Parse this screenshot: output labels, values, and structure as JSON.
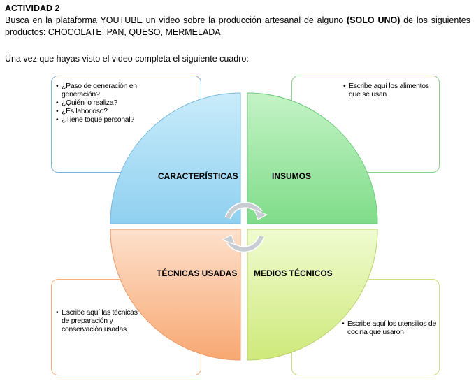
{
  "header": {
    "title": "ACTIVIDAD 2",
    "line1_a": "Busca en la plataforma YOUTUBE un video sobre la producción artesanal de alguno ",
    "line1_b": "(SOLO UNO)",
    "line1_c": " de los siguientes productos: CHOCOLATE, PAN, QUESO, MERMELADA",
    "followup": "Una vez que hayas visto el video completa el siguiente cuadro:"
  },
  "diagram": {
    "quadrants": [
      {
        "label": "CARACTERÍSTICAS",
        "color": "#9ed8f3"
      },
      {
        "label": "INSUMOS",
        "color": "#8fe39a"
      },
      {
        "label": "TÉCNICAS USADAS",
        "color": "#f9b98d"
      },
      {
        "label": "MEDIOS TÉCNICOS",
        "color": "#d8ef87"
      }
    ],
    "boxes": {
      "top_left": [
        "¿Paso de generación en generación?",
        "¿Quién lo realiza?",
        "¿Es laborioso?",
        "¿Tiene toque personal?"
      ],
      "top_right": [
        "Escribe aquí los alimentos que se usan"
      ],
      "bottom_left": [
        "Escribe aquí las técnicas de preparación y conservación usadas"
      ],
      "bottom_right": [
        "Escribe aquí los utensilios de cocina que usaron"
      ]
    }
  }
}
